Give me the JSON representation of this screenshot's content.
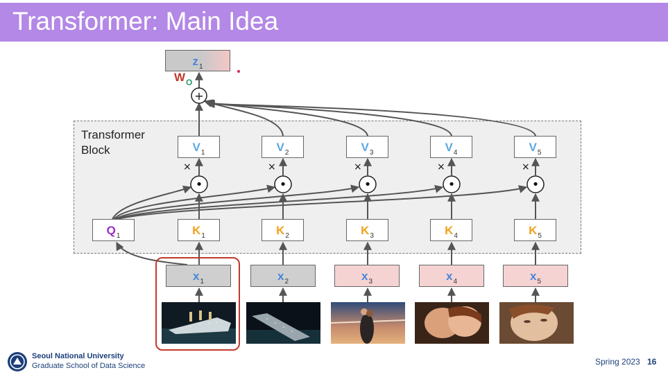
{
  "slide": {
    "title": "Transformer: Main Idea",
    "footer": {
      "university": "Seoul National University",
      "school": "Graduate School of Data Science",
      "term": "Spring 2023",
      "page": "16"
    }
  },
  "diagram": {
    "block_label": "Transformer\nBlock",
    "output": {
      "letter": "z",
      "sub": "1"
    },
    "weight": {
      "letter": "W",
      "sub": "O"
    },
    "sum_symbol": "+",
    "dot_symbol": "•",
    "times_symbol": "×",
    "query": {
      "letter": "Q",
      "sub": "1"
    },
    "values": [
      {
        "letter": "V",
        "sub": "1"
      },
      {
        "letter": "V",
        "sub": "2"
      },
      {
        "letter": "V",
        "sub": "3"
      },
      {
        "letter": "V",
        "sub": "4"
      },
      {
        "letter": "V",
        "sub": "5"
      }
    ],
    "keys": [
      {
        "letter": "K",
        "sub": "1"
      },
      {
        "letter": "K",
        "sub": "2"
      },
      {
        "letter": "K",
        "sub": "3"
      },
      {
        "letter": "K",
        "sub": "4"
      },
      {
        "letter": "K",
        "sub": "5"
      }
    ],
    "inputs": [
      {
        "letter": "x",
        "sub": "1",
        "fill": "#cfcfcf"
      },
      {
        "letter": "x",
        "sub": "2",
        "fill": "#cfcfcf"
      },
      {
        "letter": "x",
        "sub": "3",
        "fill": "#f6d3d3"
      },
      {
        "letter": "x",
        "sub": "4",
        "fill": "#f6d3d3"
      },
      {
        "letter": "x",
        "sub": "5",
        "fill": "#f6d3d3"
      }
    ],
    "colors": {
      "banner": "#b388e6",
      "value": "#5ba8e0",
      "key": "#f0a21c",
      "query": "#9a2ec4",
      "input_letter": "#4a86d8",
      "selection_frame": "#c0392b"
    }
  }
}
